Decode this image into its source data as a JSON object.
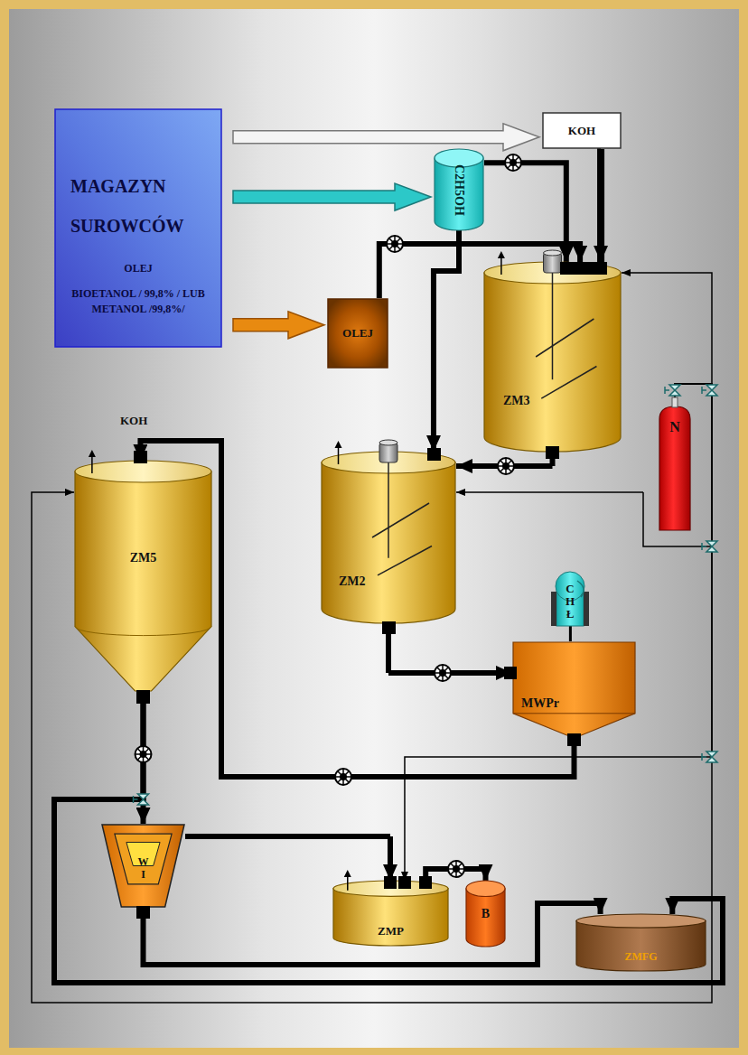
{
  "diagram": {
    "nodes": [
      {
        "text": [
          "MAGAZYN SUROWCÓW",
          "OLEJ",
          "BIOETANOL / 99,8% / LUB METANOL /99,8%/"
        ]
      },
      {
        "text": [
          "KOH"
        ]
      },
      {
        "text": [
          "C2H5OH"
        ]
      },
      {
        "text": [
          "OLEJ"
        ]
      },
      {
        "text": [
          "ZM3"
        ]
      },
      {
        "text": [
          "ZM2"
        ]
      },
      {
        "text": [
          "N"
        ]
      },
      {
        "text": [
          "CHŁ"
        ]
      },
      {
        "text": [
          "MWPr"
        ]
      },
      {
        "text": [
          "ZM5"
        ]
      },
      {
        "text": [
          "WI"
        ]
      },
      {
        "text": [
          "ZMP"
        ]
      },
      {
        "text": [
          "B"
        ]
      },
      {
        "text": [
          "ZMFG"
        ]
      }
    ],
    "edges": [
      {
        "from": 0,
        "to": 1,
        "arrow": "to"
      },
      {
        "from": 0,
        "to": 2,
        "arrow": "to"
      },
      {
        "from": 0,
        "to": 3,
        "arrow": "to"
      },
      {
        "from": 3,
        "to": 4,
        "arrow": "to"
      },
      {
        "from": 2,
        "to": 4,
        "arrow": "to"
      },
      {
        "from": 1,
        "to": 4,
        "arrow": "to"
      },
      {
        "from": 2,
        "to": 5,
        "arrow": "to"
      },
      {
        "from": 4,
        "to": 5,
        "arrow": "to"
      },
      {
        "from": 5,
        "to": 8,
        "arrow": "to"
      },
      {
        "from": 7,
        "to": 8,
        "arrow": "none"
      },
      {
        "from": 8,
        "to": 9,
        "arrow": "to"
      },
      {
        "from": 9,
        "to": 10,
        "arrow": "to"
      },
      {
        "from": 10,
        "to": 11,
        "arrow": "to"
      },
      {
        "from": 11,
        "to": 12,
        "arrow": "to"
      },
      {
        "from": 10,
        "to": 13,
        "arrow": "to"
      },
      {
        "from": 9,
        "to": 13,
        "arrow": "to"
      },
      {
        "from": 6,
        "to": 4,
        "arrow": "to"
      },
      {
        "from": 6,
        "to": 5,
        "arrow": "to"
      },
      {
        "from": 6,
        "to": 11,
        "arrow": "to"
      },
      {
        "from": 6,
        "to": 9,
        "arrow": "to"
      }
    ],
    "labels": [
      "KOH"
    ]
  }
}
